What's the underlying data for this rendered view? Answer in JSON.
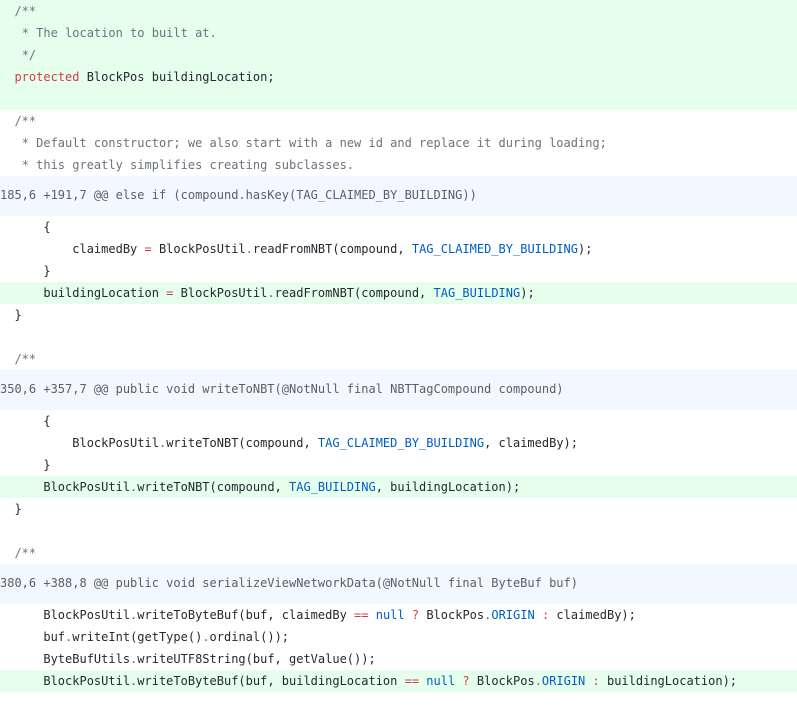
{
  "diff": {
    "lines": [
      {
        "type": "add",
        "tokens": [
          {
            "t": "  "
          },
          {
            "t": "/**",
            "c": "cm"
          }
        ]
      },
      {
        "type": "add",
        "tokens": [
          {
            "t": "   "
          },
          {
            "t": "* The location to built at.",
            "c": "cm"
          }
        ]
      },
      {
        "type": "add",
        "tokens": [
          {
            "t": "   "
          },
          {
            "t": "*/",
            "c": "cm"
          }
        ]
      },
      {
        "type": "add",
        "tokens": [
          {
            "t": "  "
          },
          {
            "t": "protected",
            "c": "kw"
          },
          {
            "t": " BlockPos buildingLocation;"
          }
        ]
      },
      {
        "type": "add",
        "tokens": [
          {
            "t": ""
          }
        ]
      },
      {
        "type": "ctx",
        "tokens": [
          {
            "t": "  "
          },
          {
            "t": "/**",
            "c": "cm"
          }
        ]
      },
      {
        "type": "ctx",
        "tokens": [
          {
            "t": "   "
          },
          {
            "t": "* Default constructor; we also start with a new id and replace it during loading;",
            "c": "cm"
          }
        ]
      },
      {
        "type": "ctx",
        "tokens": [
          {
            "t": "   "
          },
          {
            "t": "* this greatly simplifies creating subclasses.",
            "c": "cm"
          }
        ]
      },
      {
        "type": "hunk",
        "tokens": [
          {
            "t": "185,6 +191,7 @@ else if (compound.hasKey(TAG_CLAIMED_BY_BUILDING))"
          }
        ]
      },
      {
        "type": "ctx",
        "tokens": [
          {
            "t": "      {"
          }
        ]
      },
      {
        "type": "ctx",
        "tokens": [
          {
            "t": "          claimedBy "
          },
          {
            "t": "=",
            "c": "op"
          },
          {
            "t": " BlockPosUtil"
          },
          {
            "t": ".",
            "c": "sep"
          },
          {
            "t": "readFromNBT(compound, "
          },
          {
            "t": "TAG_CLAIMED_BY_BUILDING",
            "c": "cn"
          },
          {
            "t": ");"
          }
        ]
      },
      {
        "type": "ctx",
        "tokens": [
          {
            "t": "      }"
          }
        ]
      },
      {
        "type": "add",
        "tokens": [
          {
            "t": "      buildingLocation "
          },
          {
            "t": "=",
            "c": "op"
          },
          {
            "t": " BlockPosUtil"
          },
          {
            "t": ".",
            "c": "sep"
          },
          {
            "t": "readFromNBT(compound, "
          },
          {
            "t": "TAG_BUILDING",
            "c": "cn"
          },
          {
            "t": ");"
          }
        ]
      },
      {
        "type": "ctx",
        "tokens": [
          {
            "t": "  }"
          }
        ]
      },
      {
        "type": "ctx",
        "tokens": [
          {
            "t": ""
          }
        ]
      },
      {
        "type": "ctx",
        "tokens": [
          {
            "t": "  "
          },
          {
            "t": "/**",
            "c": "cm"
          }
        ]
      },
      {
        "type": "hunk",
        "tokens": [
          {
            "t": "350,6 +357,7 @@ public void writeToNBT(@NotNull final NBTTagCompound compound)"
          }
        ]
      },
      {
        "type": "ctx",
        "tokens": [
          {
            "t": "      {"
          }
        ]
      },
      {
        "type": "ctx",
        "tokens": [
          {
            "t": "          BlockPosUtil"
          },
          {
            "t": ".",
            "c": "sep"
          },
          {
            "t": "writeToNBT(compound, "
          },
          {
            "t": "TAG_CLAIMED_BY_BUILDING",
            "c": "cn"
          },
          {
            "t": ", claimedBy);"
          }
        ]
      },
      {
        "type": "ctx",
        "tokens": [
          {
            "t": "      }"
          }
        ]
      },
      {
        "type": "add",
        "tokens": [
          {
            "t": "      BlockPosUtil"
          },
          {
            "t": ".",
            "c": "sep"
          },
          {
            "t": "writeToNBT(compound, "
          },
          {
            "t": "TAG_BUILDING",
            "c": "cn"
          },
          {
            "t": ", buildingLocation);"
          }
        ]
      },
      {
        "type": "ctx",
        "tokens": [
          {
            "t": "  }"
          }
        ]
      },
      {
        "type": "ctx",
        "tokens": [
          {
            "t": ""
          }
        ]
      },
      {
        "type": "ctx",
        "tokens": [
          {
            "t": "  "
          },
          {
            "t": "/**",
            "c": "cm"
          }
        ]
      },
      {
        "type": "hunk",
        "tokens": [
          {
            "t": "380,6 +388,8 @@ public void serializeViewNetworkData(@NotNull final ByteBuf buf)"
          }
        ]
      },
      {
        "type": "ctx",
        "tokens": [
          {
            "t": "      BlockPosUtil"
          },
          {
            "t": ".",
            "c": "sep"
          },
          {
            "t": "writeToByteBuf(buf, claimedBy "
          },
          {
            "t": "==",
            "c": "op"
          },
          {
            "t": " "
          },
          {
            "t": "null",
            "c": "cn"
          },
          {
            "t": " "
          },
          {
            "t": "?",
            "c": "op"
          },
          {
            "t": " BlockPos"
          },
          {
            "t": ".",
            "c": "sep"
          },
          {
            "t": "ORIGIN",
            "c": "cn"
          },
          {
            "t": " "
          },
          {
            "t": ":",
            "c": "op"
          },
          {
            "t": " claimedBy);"
          }
        ]
      },
      {
        "type": "ctx",
        "tokens": [
          {
            "t": "      buf"
          },
          {
            "t": ".",
            "c": "sep"
          },
          {
            "t": "writeInt(getType()"
          },
          {
            "t": ".",
            "c": "sep"
          },
          {
            "t": "ordinal());"
          }
        ]
      },
      {
        "type": "ctx",
        "tokens": [
          {
            "t": "      ByteBufUtils"
          },
          {
            "t": ".",
            "c": "sep"
          },
          {
            "t": "writeUTF8String(buf, getValue());"
          }
        ]
      },
      {
        "type": "add",
        "tokens": [
          {
            "t": "      BlockPosUtil"
          },
          {
            "t": ".",
            "c": "sep"
          },
          {
            "t": "writeToByteBuf(buf, buildingLocation "
          },
          {
            "t": "==",
            "c": "op"
          },
          {
            "t": " "
          },
          {
            "t": "null",
            "c": "cn"
          },
          {
            "t": " "
          },
          {
            "t": "?",
            "c": "op"
          },
          {
            "t": " BlockPos"
          },
          {
            "t": ".",
            "c": "sep"
          },
          {
            "t": "ORIGIN",
            "c": "cn"
          },
          {
            "t": " "
          },
          {
            "t": ":",
            "c": "op"
          },
          {
            "t": " buildingLocation);"
          }
        ]
      }
    ]
  }
}
